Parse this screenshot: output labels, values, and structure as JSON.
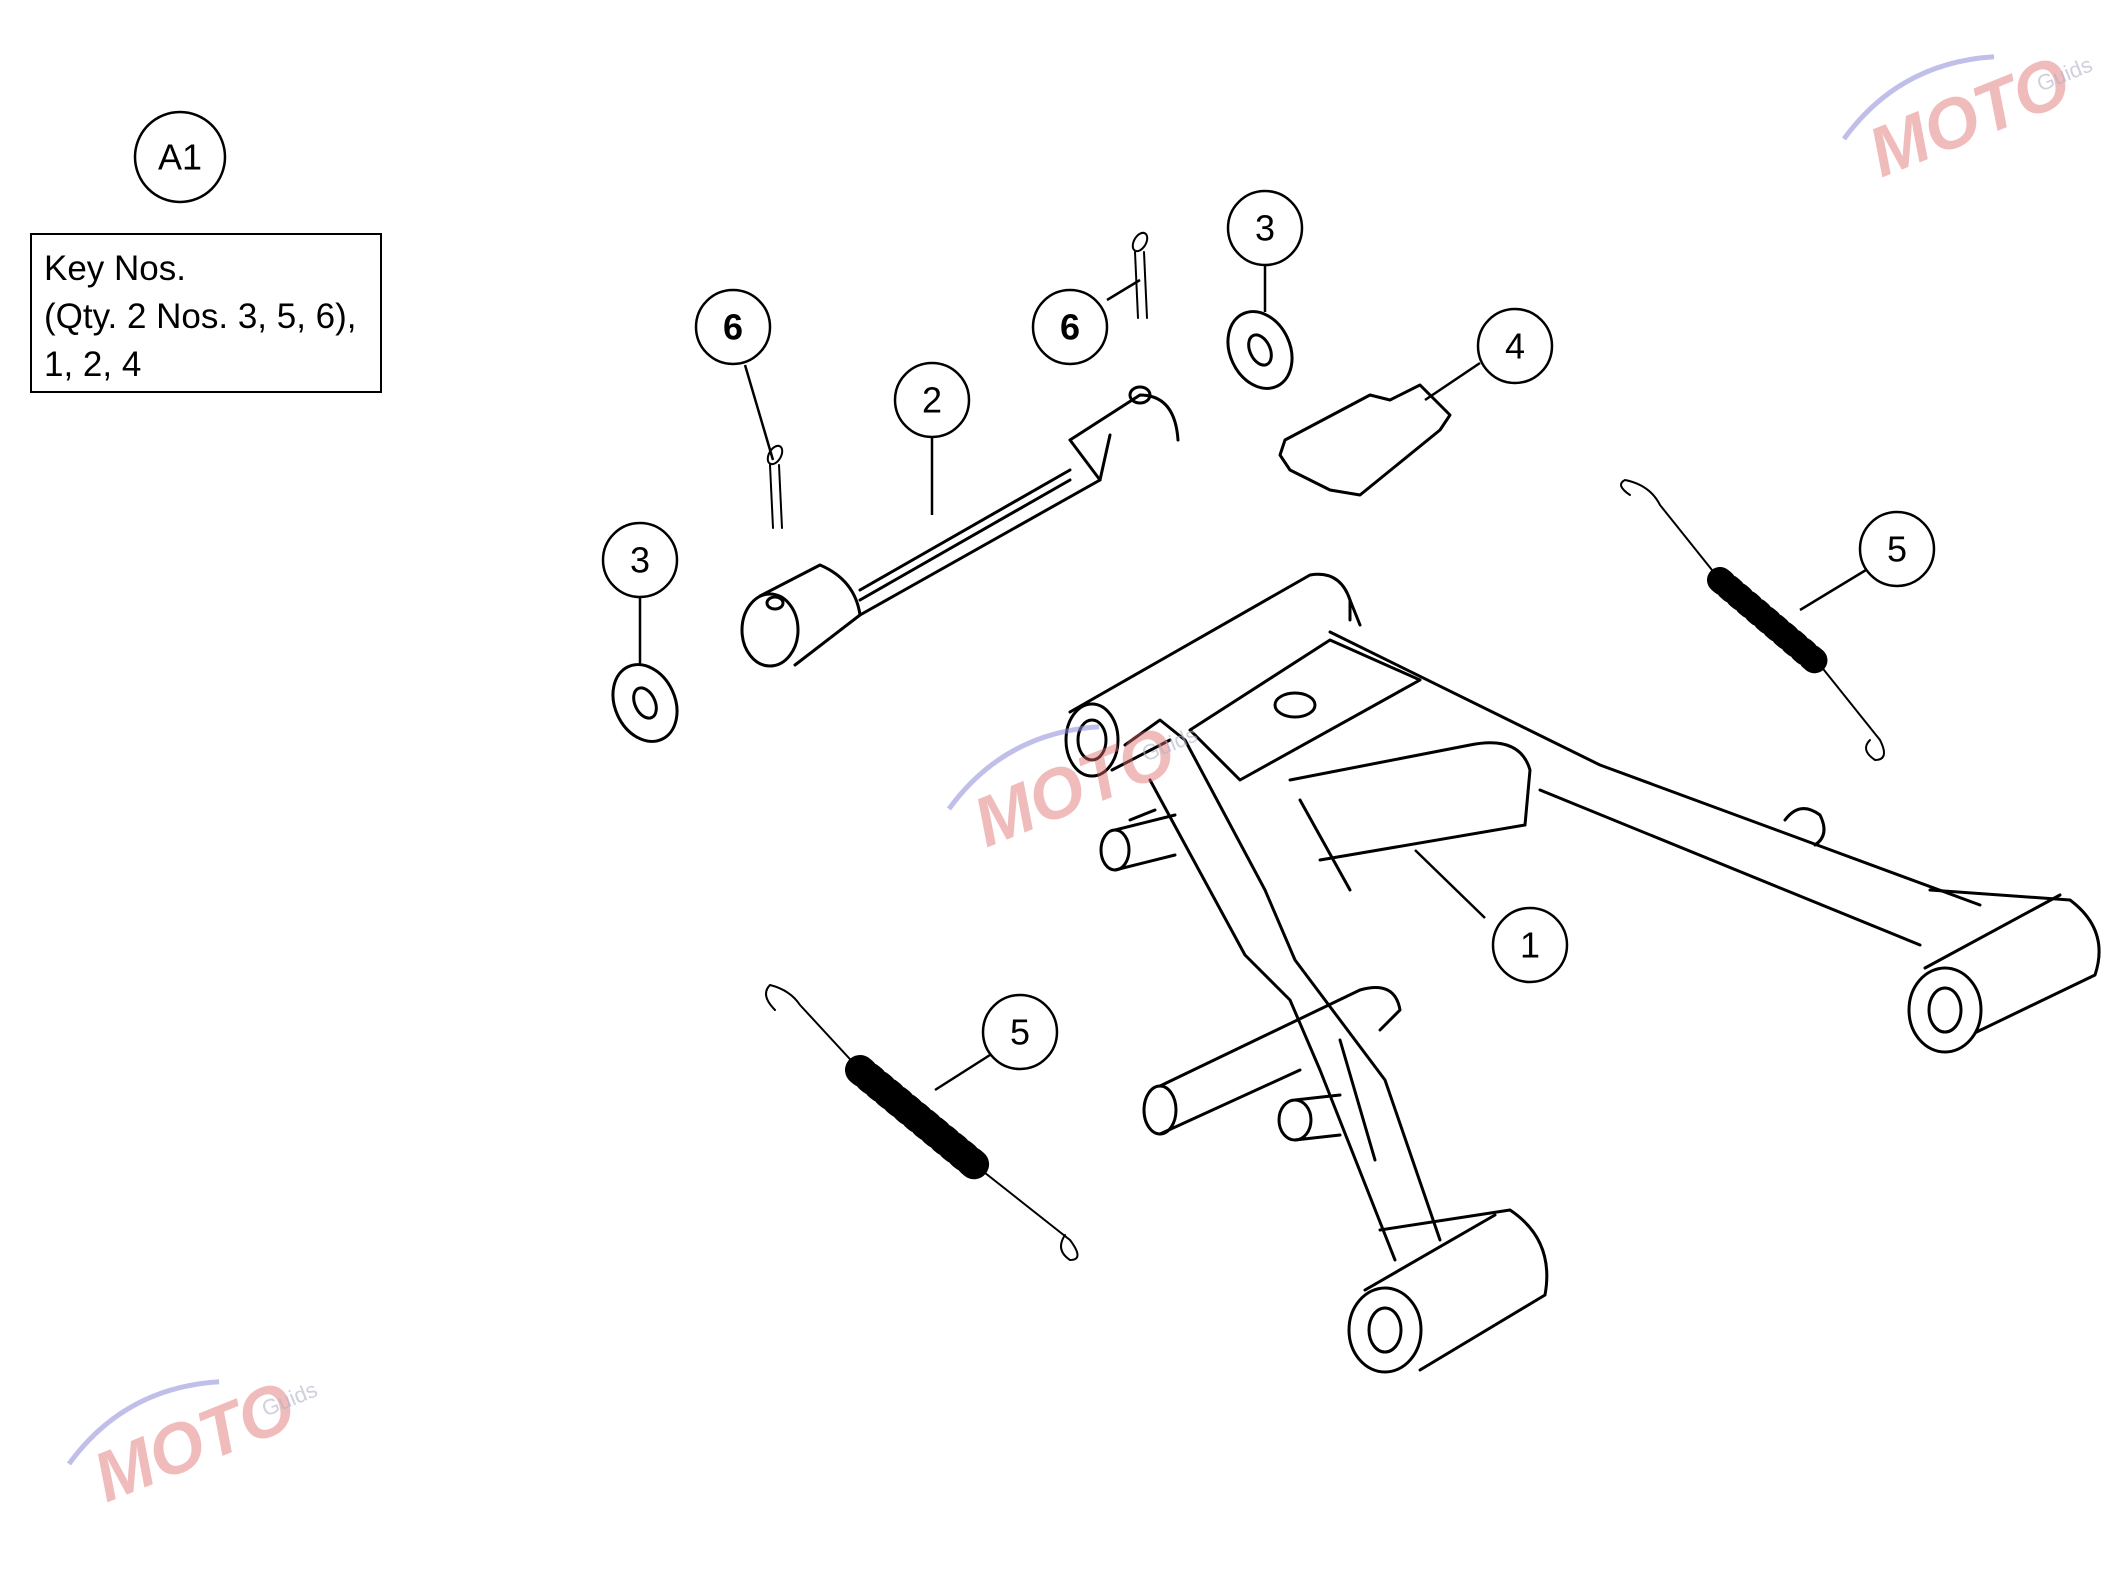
{
  "diagram_label": "A1",
  "key_box": {
    "lines": [
      "Key Nos.",
      "(Qty. 2 Nos. 3, 5, 6),",
      "1, 2, 4"
    ]
  },
  "callouts": {
    "c1": "1",
    "c2": "2",
    "c3a": "3",
    "c3b": "3",
    "c4": "4",
    "c5a": "5",
    "c5b": "5",
    "c6a": "6",
    "c6b": "6"
  },
  "watermark": {
    "text": "MOTO",
    "subtext": "Guids"
  },
  "colors": {
    "line": "#000000",
    "background": "#ffffff",
    "watermark_red": "#e06a6a",
    "watermark_blue": "#8a8ad8"
  }
}
